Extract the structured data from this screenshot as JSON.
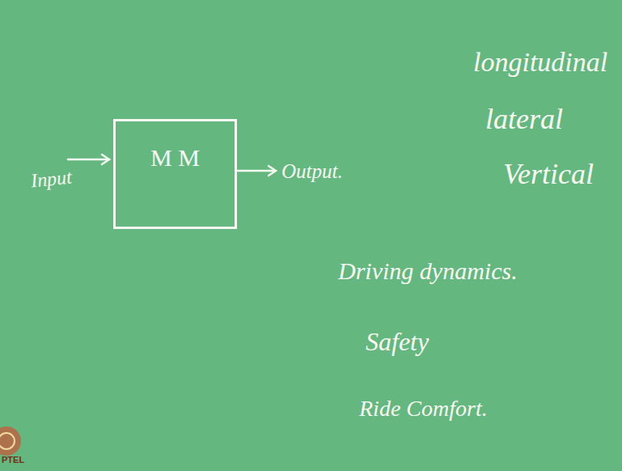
{
  "diagram": {
    "nodes": [
      {
        "text": [
          "M M"
        ]
      }
    ],
    "labels": [
      "Input",
      "Output.",
      "longitudinal",
      "lateral",
      "Vertical",
      "Driving dynamics.",
      "Safety",
      "Ride Comfort.",
      "PTEL"
    ]
  }
}
